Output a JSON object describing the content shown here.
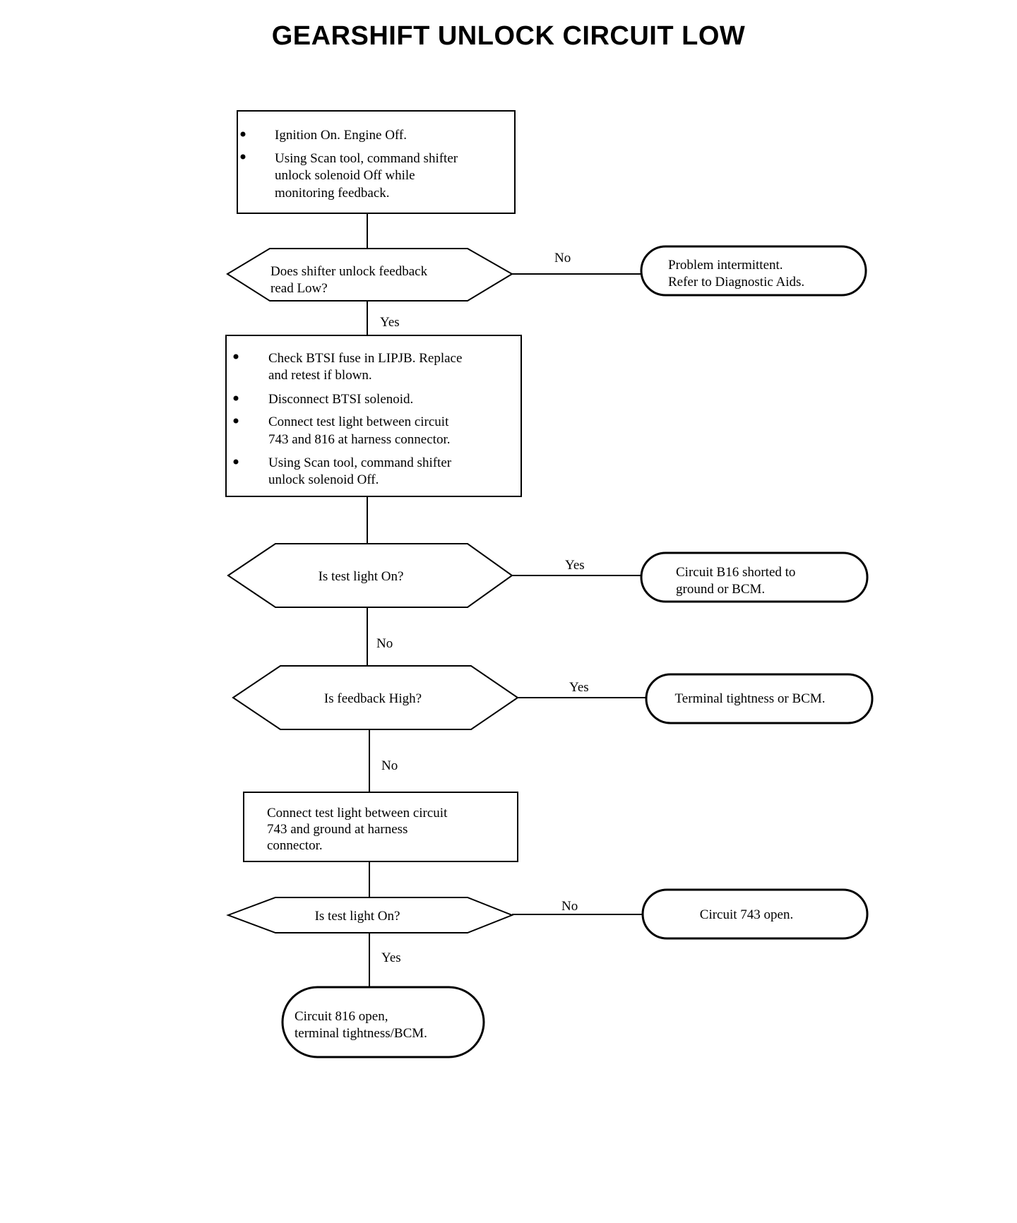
{
  "title": "GEARSHIFT UNLOCK CIRCUIT LOW",
  "step1": {
    "bullets": [
      [
        "Ignition On. Engine Off."
      ],
      [
        "Using Scan tool, command shifter",
        "unlock solenoid Off while",
        "monitoring feedback."
      ]
    ]
  },
  "decision1": {
    "lines": [
      "Does shifter unlock feedback",
      "read Low?"
    ],
    "no_label": "No",
    "yes_label": "Yes",
    "result": [
      "Problem intermittent.",
      "Refer to Diagnostic Aids."
    ]
  },
  "step2": {
    "bullets": [
      [
        "Check BTSI fuse in LIPJB. Replace",
        "and retest if blown."
      ],
      [
        "Disconnect BTSI solenoid."
      ],
      [
        "Connect test light between circuit",
        "743 and 816 at harness connector."
      ],
      [
        "Using Scan tool, command shifter",
        "unlock solenoid Off."
      ]
    ]
  },
  "decision2": {
    "lines": [
      "Is test light On?"
    ],
    "yes_label": "Yes",
    "no_label": "No",
    "result": [
      "Circuit B16 shorted to",
      "ground or BCM."
    ]
  },
  "decision3": {
    "lines": [
      "Is feedback High?"
    ],
    "yes_label": "Yes",
    "no_label": "No",
    "result": [
      "Terminal tightness or BCM."
    ]
  },
  "step3": {
    "lines": [
      "Connect test light between circuit",
      "743 and ground at harness",
      "connector."
    ]
  },
  "decision4": {
    "lines": [
      "Is test light On?"
    ],
    "no_label": "No",
    "yes_label": "Yes",
    "result": [
      "Circuit 743 open."
    ]
  },
  "final": {
    "lines": [
      "Circuit 816 open,",
      "terminal tightness/BCM."
    ]
  }
}
